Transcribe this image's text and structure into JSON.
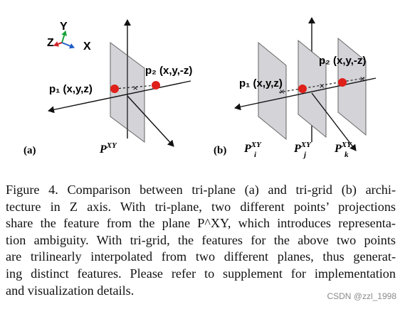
{
  "figure": {
    "axes": {
      "y": "Y",
      "z": "Z",
      "x": "X"
    },
    "panel_a": {
      "label": "(a)",
      "p1": "p₁ (x,y,z)",
      "p2": "p₂ (x,y,-z)",
      "plane": "P",
      "plane_sup": "XY"
    },
    "panel_b": {
      "label": "(b)",
      "p1": "p₁ (x,y,z)",
      "p2": "p₂ (x,y,-z)",
      "plane_i": "P",
      "plane_i_sup": "XY",
      "plane_i_sub": "i",
      "plane_j": "P",
      "plane_j_sup": "XY",
      "plane_j_sub": "j",
      "plane_k": "P",
      "plane_k_sup": "XY",
      "plane_k_sub": "k"
    },
    "colors": {
      "point": "#e0201a",
      "plane": "#d3d3d8",
      "axis_x": "#1f5ec8",
      "axis_y": "#1aa33a",
      "axis_z": "#d4232a"
    }
  },
  "caption": {
    "lines": [
      "Figure 4. Comparison between tri-plane (a) and tri-grid (b) archi-",
      "tecture in Z axis. With tri-plane, two different points’ projections",
      "share the feature from the plane P^XY, which introduces representa-",
      "tion ambiguity. With tri-grid, the features for the above two points",
      "are trilinearly interpolated from two different planes, thus generat-",
      "ing distinct features. Please refer to supplement for implementation",
      "and visualization details."
    ]
  },
  "watermark": "CSDN @zzl_1998"
}
